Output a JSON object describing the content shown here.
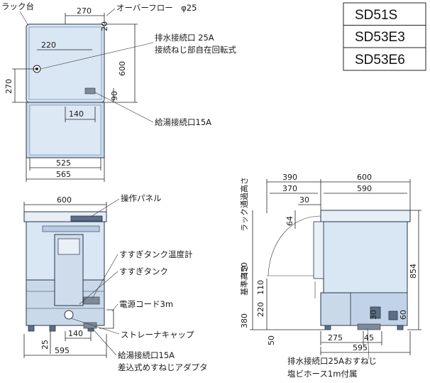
{
  "models": [
    "SD51S",
    "SD53E3",
    "SD53E6"
  ],
  "top_view": {
    "rack_table": "ラック台",
    "dim_width_top": "270",
    "overflow": "オーバーフロー　φ25",
    "dim_20": "20",
    "drain_conn_1": "排水接続口 25A",
    "drain_conn_2": "接続ねじ部自在回転式",
    "dim_220": "220",
    "dim_600": "600",
    "dim_270_left": "270",
    "dim_90": "90",
    "dim_140": "140",
    "hot_water_conn": "給湯接続口15A",
    "dim_525": "525",
    "dim_565": "565"
  },
  "front_view": {
    "dim_600": "600",
    "control_panel": "操作パネル",
    "rinse_thermo": "すすぎタンク温度計",
    "rinse_tank": "すすぎタンク",
    "power_cord": "電源コード3m",
    "strainer_cap": "ストレーナキャップ",
    "dim_140": "140",
    "dim_25": "25",
    "dim_595": "595",
    "hot_water_1": "給湯接続口15A",
    "hot_water_2": "差込式めすねじアダプタ"
  },
  "side_view": {
    "dim_390": "390",
    "dim_600": "600",
    "dim_370": "370",
    "dim_590": "590",
    "dim_30": "30",
    "dim_64": "64",
    "rack_clearance": "ラック通過高さ",
    "dim_350": "350",
    "dim_854": "854",
    "base_height": "基準高さ",
    "dim_380": "380",
    "dim_220": "220",
    "dim_110": "110",
    "dim_30b": "30",
    "dim_60": "60",
    "dim_275": "275",
    "dim_45": "45",
    "dim_50": "50",
    "dim_595": "595",
    "drain_1": "排水接続口25Aおすねじ",
    "drain_2": "塩ビホース1m付属"
  }
}
